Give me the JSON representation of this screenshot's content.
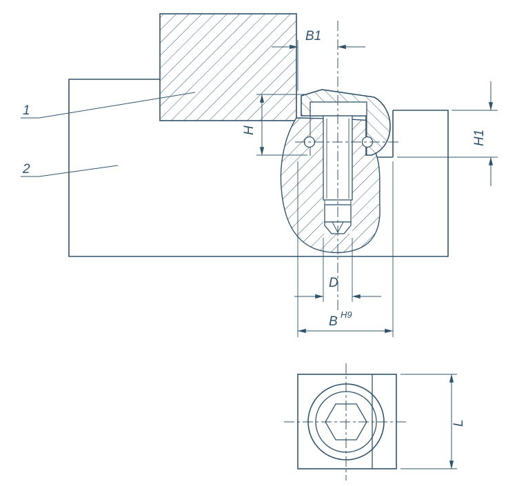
{
  "drawing": {
    "title": "clamp-section-technical-drawing",
    "colors": {
      "line": "#2e536b",
      "background": "#ffffff"
    }
  },
  "labels": {
    "dim_b1": "B1",
    "dim_h": "H",
    "dim_h1": "H1",
    "dim_d": "D",
    "dim_b": "B",
    "dim_b_tolerance": "H9",
    "dim_l": "L",
    "part_1": "1",
    "part_2": "2"
  }
}
